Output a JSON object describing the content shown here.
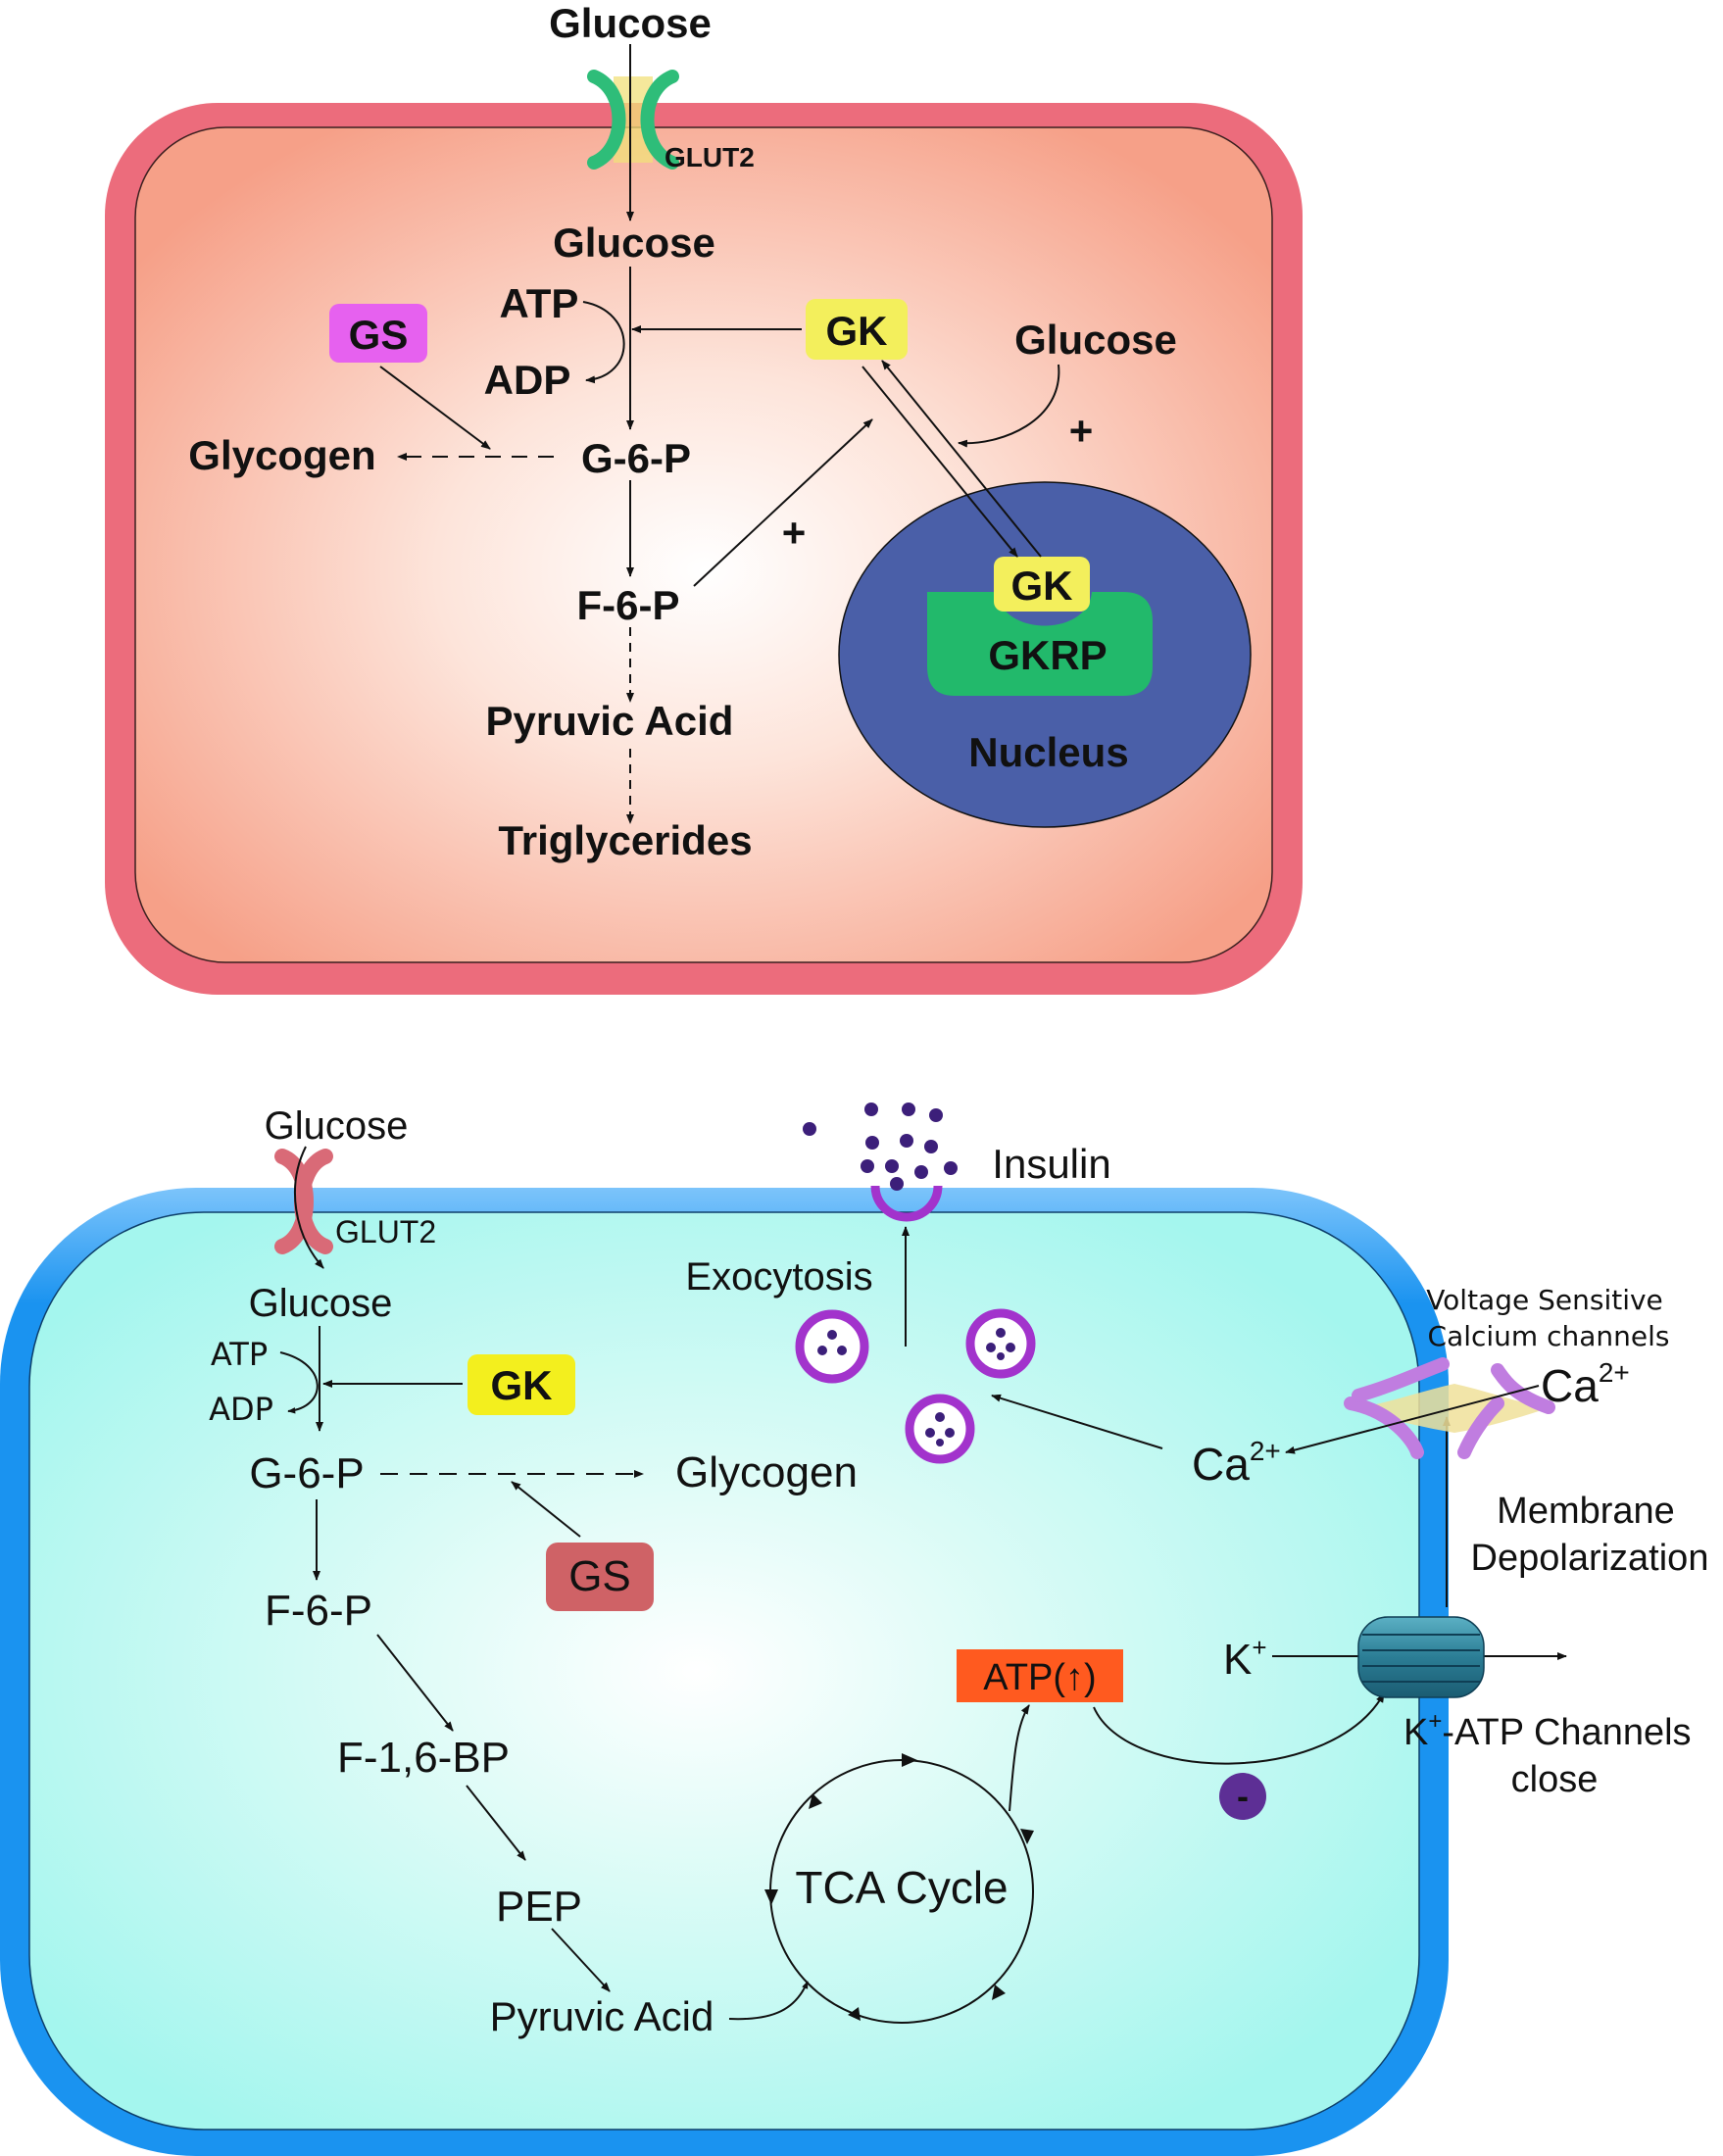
{
  "colors": {
    "liver_membrane": "#ec6c7c",
    "liver_cytoplasm": "#f6a088",
    "beta_membrane": "#1893f0",
    "beta_cytoplasm": "#a4f6ee",
    "nucleus": "#4a5fa8",
    "gkrp": "#22b96b",
    "gk": "#f3ef5c",
    "gs_liver": "#e661ef",
    "gs_beta": "#cf6266",
    "atp_box": "#ff5a1f",
    "vesicle": "#a233cc",
    "insulin_granule": "#3c1f7a",
    "inhibit_marker": "#5d2f95",
    "glut2_liver": "#2ebd79",
    "glut2_beta": "#d96a77",
    "ca_channel": "#c07de0"
  },
  "liver": {
    "glucose_outside": "Glucose",
    "glut2": "GLUT2",
    "glucose_inside": "Glucose",
    "atp": "ATP",
    "adp": "ADP",
    "gs": "GS",
    "gk": "GK",
    "glucose_regulator": "Glucose",
    "plus_1": "+",
    "plus_2": "+",
    "glycogen": "Glycogen",
    "g6p": "G-6-P",
    "f6p": "F-6-P",
    "pyruvic_acid": "Pyruvic Acid",
    "triglycerides": "Triglycerides",
    "nuclear_gk": "GK",
    "gkrp": "GKRP",
    "nucleus": "Nucleus"
  },
  "beta": {
    "glucose_outside": "Glucose",
    "glut2": "GLUT2",
    "glucose_inside": "Glucose",
    "atp": "ATP",
    "adp": "ADP",
    "gk": "GK",
    "g6p": "G-6-P",
    "glycogen": "Glycogen",
    "gs": "GS",
    "f6p": "F-6-P",
    "f16bp": "F-1,6-BP",
    "pep": "PEP",
    "pyruvic_acid": "Pyruvic Acid",
    "tca": "TCA Cycle",
    "atp_up": "ATP(↑)",
    "inhibit": "-",
    "k_ion": "K",
    "k_ion_sup": "+",
    "katp_k": "K",
    "katp_sup": "+",
    "katp_rest": "-ATP Channels",
    "katp_close": "close",
    "membrane_1": "Membrane",
    "membrane_2": "Depolarization",
    "ca_out": "Ca",
    "ca_out_sup": "2+",
    "ca_in": "Ca",
    "ca_in_sup": "2+",
    "vsc_1": "Voltage Sensitive",
    "vsc_2": "Calcium channels",
    "exocytosis": "Exocytosis",
    "insulin": "Insulin"
  }
}
